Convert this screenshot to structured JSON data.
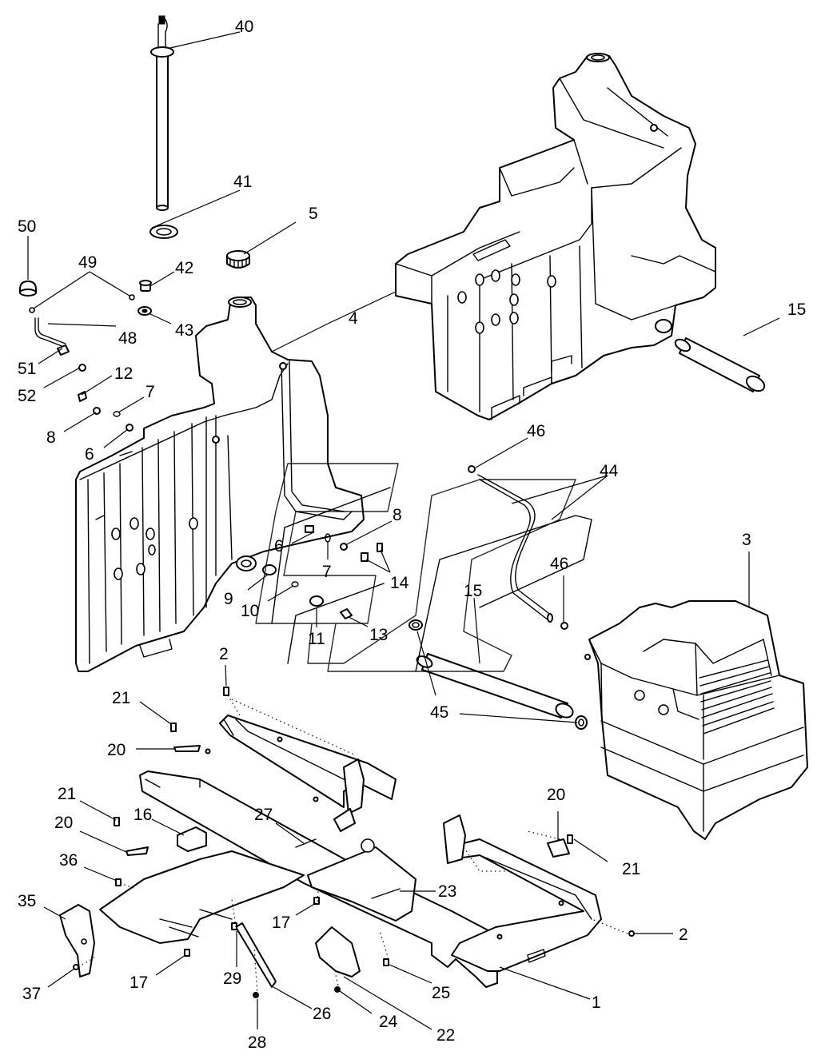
{
  "callouts": [
    {
      "id": "c40a",
      "text": "40"
    },
    {
      "id": "c41a",
      "text": "41"
    },
    {
      "id": "c5a",
      "text": "5"
    },
    {
      "id": "c50a",
      "text": "50"
    },
    {
      "id": "c49a",
      "text": "49"
    },
    {
      "id": "c42a",
      "text": "42"
    },
    {
      "id": "c43a",
      "text": "43"
    },
    {
      "id": "c48a",
      "text": "48"
    },
    {
      "id": "c4a",
      "text": "4"
    },
    {
      "id": "c15a",
      "text": "15"
    },
    {
      "id": "c51a",
      "text": "51"
    },
    {
      "id": "c12a",
      "text": "12"
    },
    {
      "id": "c52a",
      "text": "52"
    },
    {
      "id": "c7a",
      "text": "7"
    },
    {
      "id": "c8a",
      "text": "8"
    },
    {
      "id": "c6a",
      "text": "6"
    },
    {
      "id": "c46a",
      "text": "46"
    },
    {
      "id": "c44a",
      "text": "44"
    },
    {
      "id": "c8b",
      "text": "8"
    },
    {
      "id": "c6b",
      "text": "6"
    },
    {
      "id": "c7b",
      "text": "7"
    },
    {
      "id": "c14a",
      "text": "14"
    },
    {
      "id": "c3a",
      "text": "3"
    },
    {
      "id": "c46b",
      "text": "46"
    },
    {
      "id": "c9a",
      "text": "9"
    },
    {
      "id": "c15b",
      "text": "15"
    },
    {
      "id": "c10a",
      "text": "10"
    },
    {
      "id": "c11a",
      "text": "11"
    },
    {
      "id": "c13a",
      "text": "13"
    },
    {
      "id": "c2a",
      "text": "2"
    },
    {
      "id": "c21a",
      "text": "21"
    },
    {
      "id": "c45a",
      "text": "45"
    },
    {
      "id": "c20a",
      "text": "20"
    },
    {
      "id": "c21b",
      "text": "21"
    },
    {
      "id": "c20b",
      "text": "20"
    },
    {
      "id": "c16a",
      "text": "16"
    },
    {
      "id": "c27a",
      "text": "27"
    },
    {
      "id": "c20c",
      "text": "20"
    },
    {
      "id": "c36a",
      "text": "36"
    },
    {
      "id": "c21c",
      "text": "21"
    },
    {
      "id": "c35a",
      "text": "35"
    },
    {
      "id": "c23a",
      "text": "23"
    },
    {
      "id": "c17a",
      "text": "17"
    },
    {
      "id": "c2b",
      "text": "2"
    },
    {
      "id": "c37a",
      "text": "37"
    },
    {
      "id": "c17b",
      "text": "17"
    },
    {
      "id": "c29a",
      "text": "29"
    },
    {
      "id": "c25a",
      "text": "25"
    },
    {
      "id": "c26a",
      "text": "26"
    },
    {
      "id": "c24a",
      "text": "24"
    },
    {
      "id": "c1a",
      "text": "1"
    },
    {
      "id": "c28a",
      "text": "28"
    },
    {
      "id": "c22a",
      "text": "22"
    }
  ]
}
